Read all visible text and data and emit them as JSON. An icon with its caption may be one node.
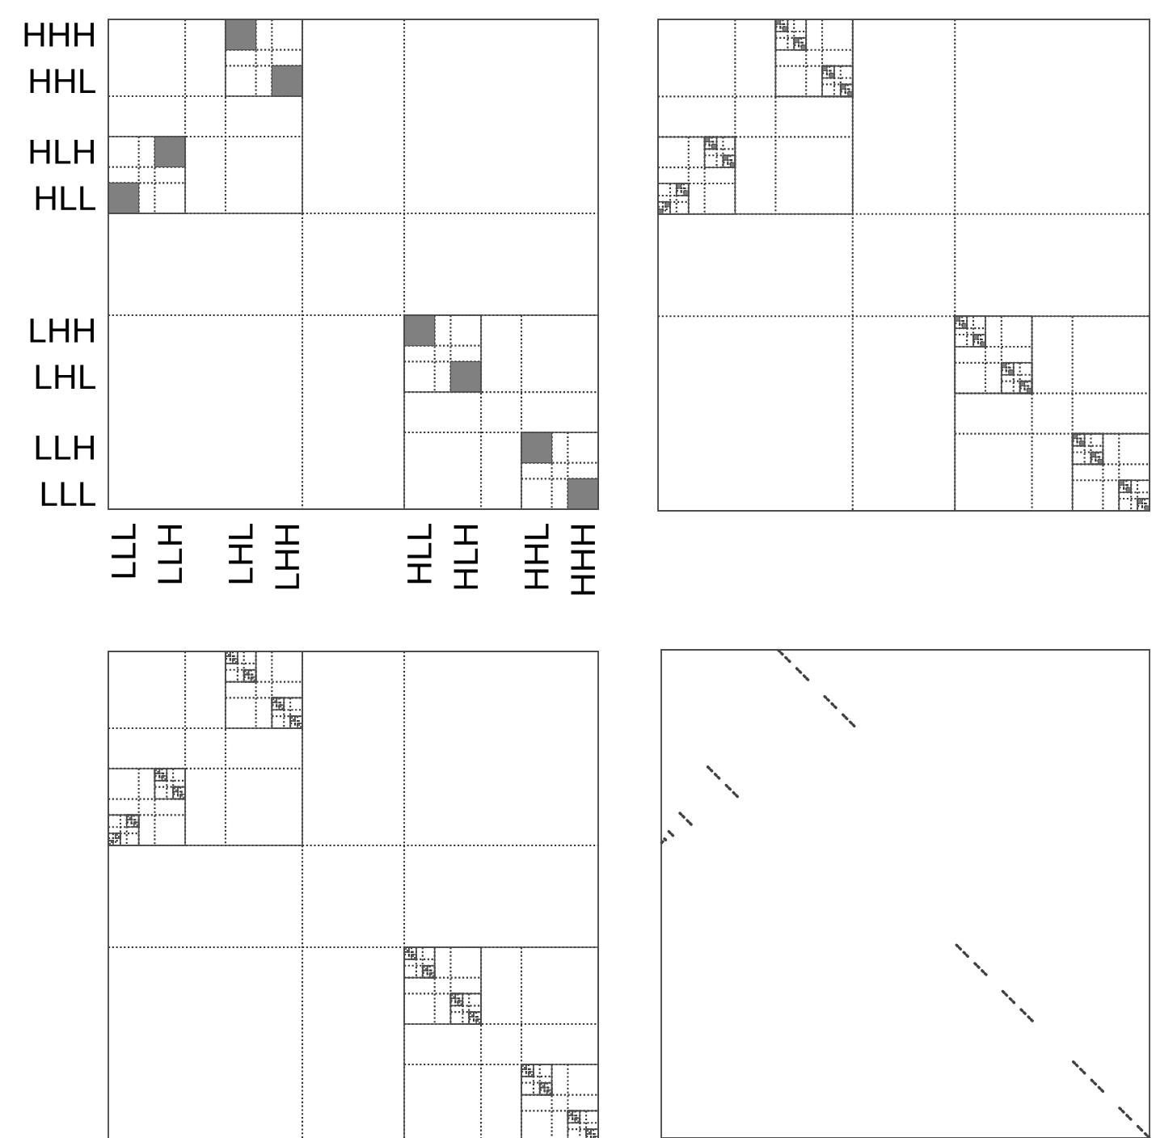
{
  "diagram": {
    "labels": [
      "HHH",
      "HHL",
      "HLH",
      "HLL",
      "LHH",
      "LHL",
      "LLH",
      "LLL",
      "LLL",
      "LLH",
      "LHL",
      "LHH",
      "HLL",
      "HLH",
      "HHL",
      "HHH"
    ]
  }
}
